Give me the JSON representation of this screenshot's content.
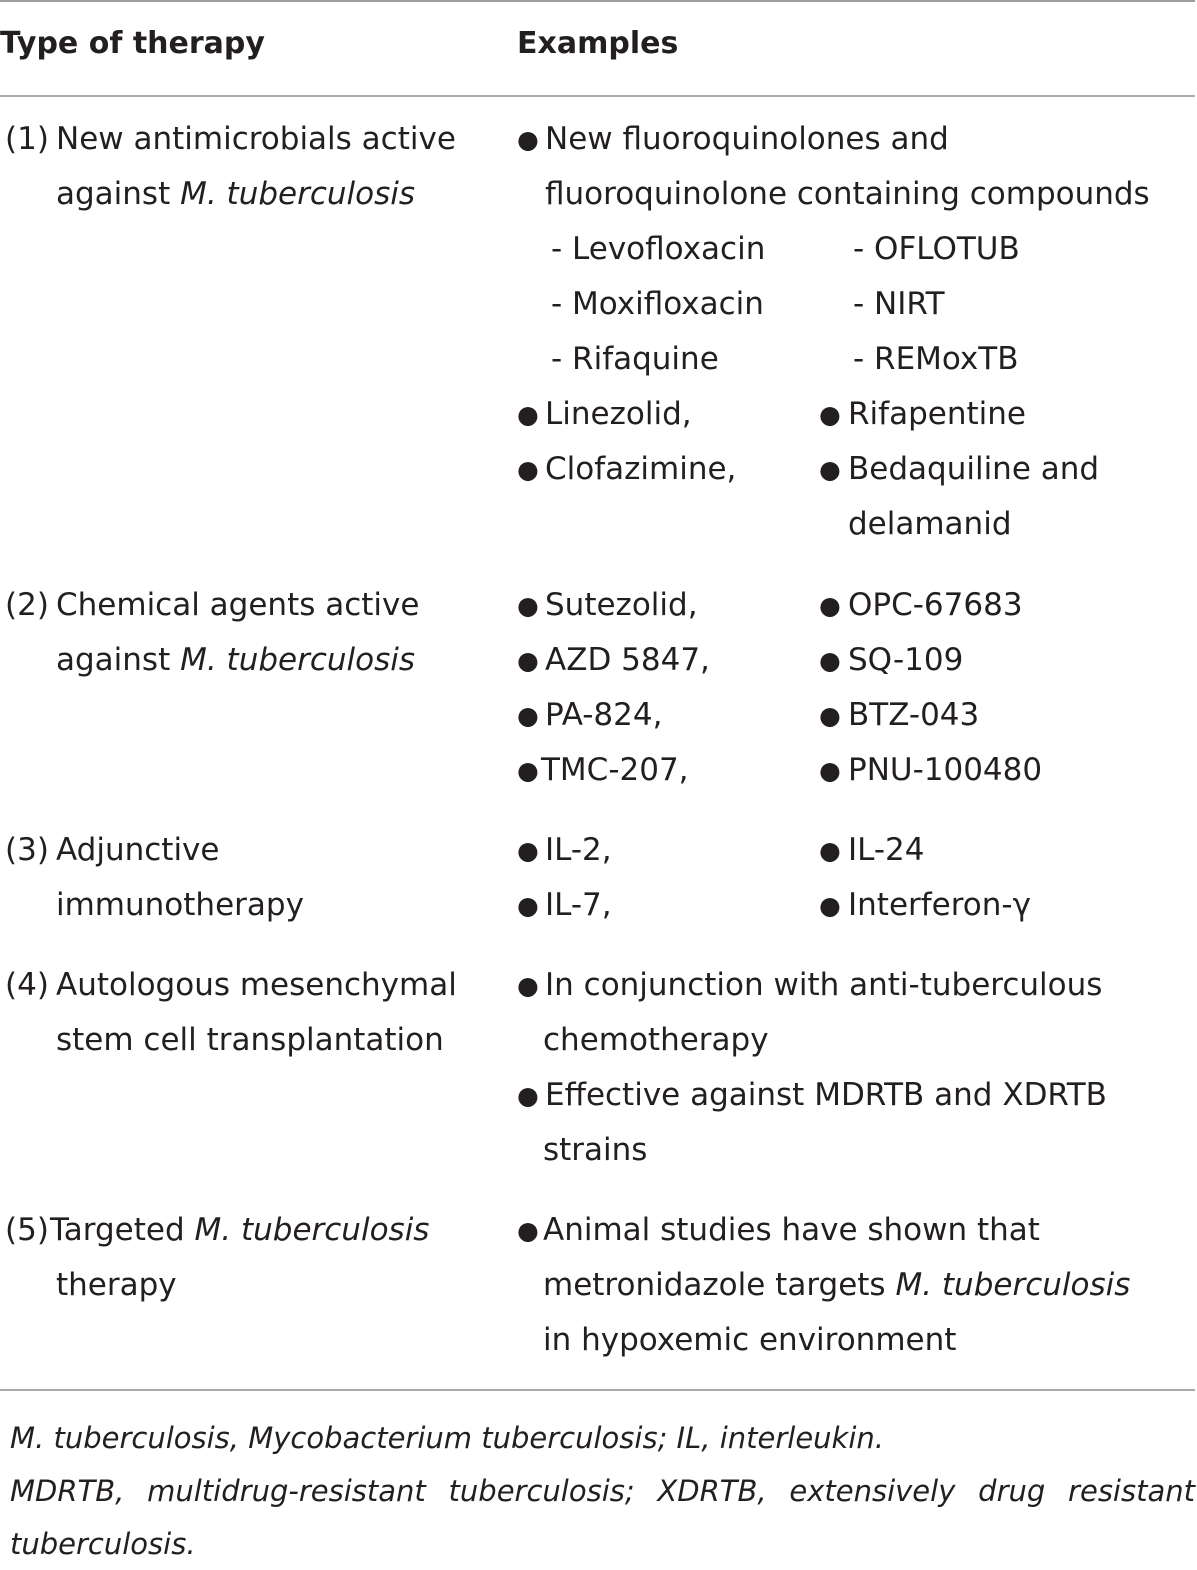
{
  "header": {
    "col1": "Type of therapy",
    "col2": "Examples"
  },
  "rows": [
    {
      "num": "(1)",
      "line1": "New antimicrobials active",
      "line2_prefix": "against ",
      "line2_italic": "M. tuberculosis",
      "examples": {
        "intro1": "New fluoroquinolones and",
        "intro2": "fluoroquinolone containing compounds",
        "sub_left": [
          "- Levofloxacin",
          "- Moxifloxacin",
          "- Rifaquine"
        ],
        "sub_right": [
          "- OFLOTUB",
          "- NIRT",
          "- REMoxTB"
        ],
        "left": [
          "Linezolid,",
          "Clofazimine,"
        ],
        "right": [
          "Rifapentine",
          "Bedaquiline and"
        ],
        "right_cont": "delamanid"
      }
    },
    {
      "num": "(2)",
      "line1": "Chemical agents active",
      "line2_prefix": "against ",
      "line2_italic": "M. tuberculosis",
      "left": [
        "Sutezolid,",
        "AZD 5847,",
        "PA-824,",
        "TMC-207,"
      ],
      "right": [
        "OPC-67683",
        "SQ-109",
        "BTZ-043",
        "PNU-100480"
      ]
    },
    {
      "num": "(3)",
      "line1": "Adjunctive",
      "line2": "immunotherapy",
      "left": [
        "IL-2,",
        "IL-7,"
      ],
      "right": [
        "IL-24",
        "Interferon-γ"
      ]
    },
    {
      "num": "(4)",
      "line1": "Autologous mesenchymal",
      "line2": "stem cell transplantation",
      "bullets": [
        [
          "In conjunction with anti-tuberculous",
          "chemotherapy"
        ],
        [
          "Effective against MDRTB and XDRTB",
          "strains"
        ]
      ]
    },
    {
      "num": "(5)",
      "line1_prefix": "Targeted ",
      "line1_italic": "M. tuberculosis",
      "line2": "therapy",
      "ex1": "Animal studies have shown that",
      "ex2_prefix": "metronidazole targets ",
      "ex2_italic": "M. tuberculosis",
      "ex3": "in hypoxemic environment"
    }
  ],
  "footnotes": [
    "M. tuberculosis, Mycobacterium tuberculosis; IL, interleukin.",
    "MDRTB, multidrug-resistant tuberculosis; XDRTB, extensively drug resistant",
    "tuberculosis."
  ]
}
